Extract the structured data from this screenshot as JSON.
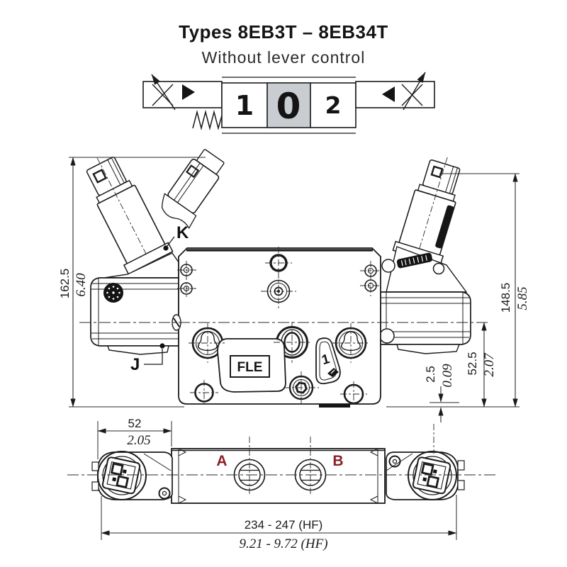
{
  "header": {
    "title": "Types 8EB3T – 8EB34T",
    "subtitle": "Without lever control"
  },
  "schematic": {
    "pos_left": "1",
    "pos_center": "0",
    "pos_right": "2",
    "center_box_fill": "#c9ccd0"
  },
  "front_view": {
    "label_k": "K",
    "label_j": "J",
    "label_fle": "FLE",
    "label_port1": "1",
    "dim_height_left_mm": "162.5",
    "dim_height_left_in": "6.40",
    "dim_height_right_mm": "148.5",
    "dim_height_right_in": "5.85",
    "dim_center_mm": "52.5",
    "dim_center_in": "2.07",
    "dim_offset_mm": "2.5",
    "dim_offset_in": "0.09"
  },
  "bottom_view": {
    "label_port_a": "A",
    "label_port_b": "B",
    "port_label_color": "#8b2025",
    "dim_width_mm": "52",
    "dim_width_in": "2.05",
    "dim_length_mm": "234 - 247 (HF)",
    "dim_length_in": "9.21 - 9.72 (HF)"
  }
}
